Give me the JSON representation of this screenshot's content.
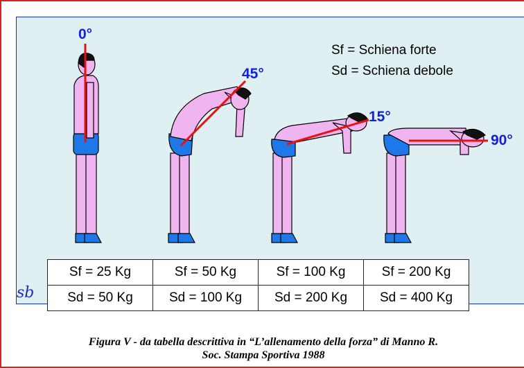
{
  "legend": {
    "line1": "Sf = Schiena forte",
    "line2": "Sd = Schiena debole"
  },
  "angles": [
    "0°",
    "45°",
    "15°",
    "90°"
  ],
  "table": {
    "sf": [
      "Sf = 25 Kg",
      "Sf = 50 Kg",
      "Sf = 100 Kg",
      "Sf = 200 Kg"
    ],
    "sd": [
      "Sd = 50 Kg",
      "Sd = 100 Kg",
      "Sd = 200 Kg",
      "Sd = 400 Kg"
    ]
  },
  "signature": "sb",
  "caption": {
    "line1": "Figura V - da tabella descrittiva in “L’allenamento della forza” di Manno R.",
    "line2": "Soc. Stampa Sportiva 1988"
  },
  "colors": {
    "frame": "#d42020",
    "panel_bg": "#e0f0f2",
    "skin": "#f0b4f0",
    "shorts": "#1f78e8",
    "hair": "#111111",
    "angle_line": "#e81010",
    "angle_text": "#1020e0"
  }
}
